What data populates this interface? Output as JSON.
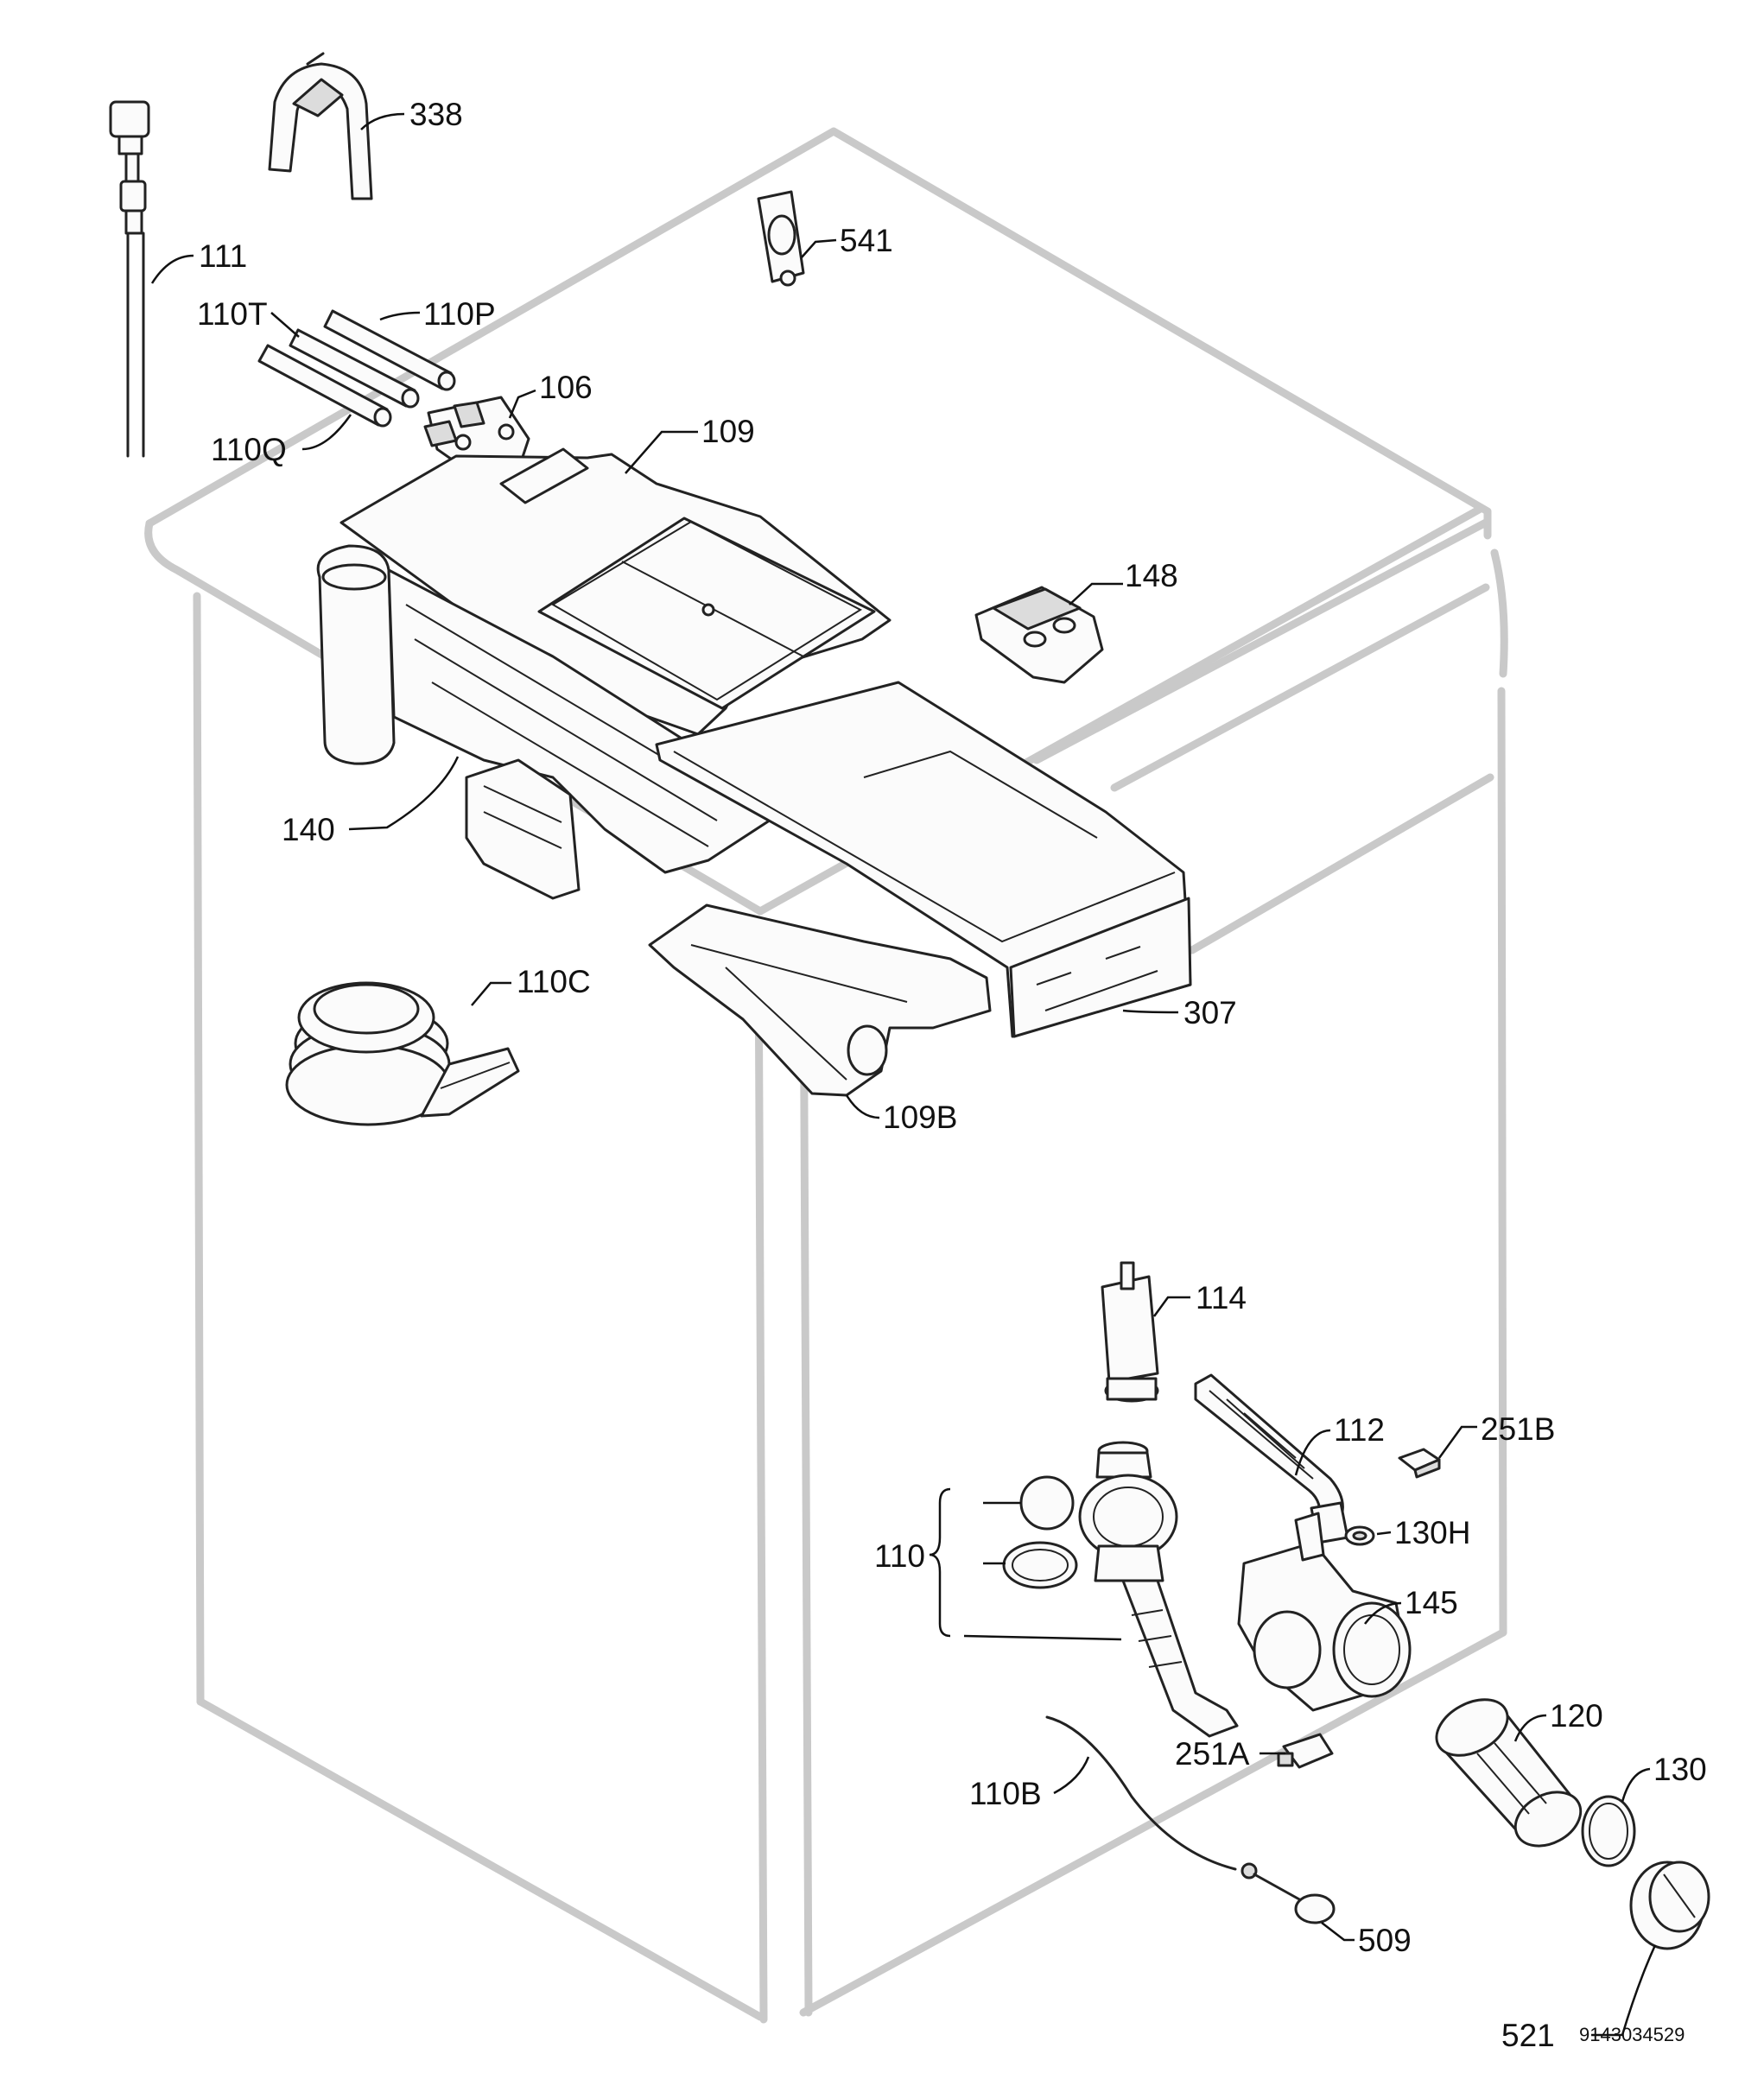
{
  "diagram_code": "9143034529",
  "callouts": [
    {
      "id": "p338",
      "label": "338"
    },
    {
      "id": "p111",
      "label": "111"
    },
    {
      "id": "p110T",
      "label": "110T"
    },
    {
      "id": "p110P",
      "label": "110P"
    },
    {
      "id": "p106",
      "label": "106"
    },
    {
      "id": "p110Q",
      "label": "110Q"
    },
    {
      "id": "p109",
      "label": "109"
    },
    {
      "id": "p541",
      "label": "541"
    },
    {
      "id": "p148",
      "label": "148"
    },
    {
      "id": "p140",
      "label": "140"
    },
    {
      "id": "p110C",
      "label": "110C"
    },
    {
      "id": "p307",
      "label": "307"
    },
    {
      "id": "p109B",
      "label": "109B"
    },
    {
      "id": "p114",
      "label": "114"
    },
    {
      "id": "p112",
      "label": "112"
    },
    {
      "id": "p251B",
      "label": "251B"
    },
    {
      "id": "p110",
      "label": "110"
    },
    {
      "id": "p130H",
      "label": "130H"
    },
    {
      "id": "p145",
      "label": "145"
    },
    {
      "id": "p120",
      "label": "120"
    },
    {
      "id": "p251A",
      "label": "251A"
    },
    {
      "id": "p130",
      "label": "130"
    },
    {
      "id": "p110B",
      "label": "110B"
    },
    {
      "id": "p509",
      "label": "509"
    },
    {
      "id": "p521",
      "label": "521"
    }
  ]
}
